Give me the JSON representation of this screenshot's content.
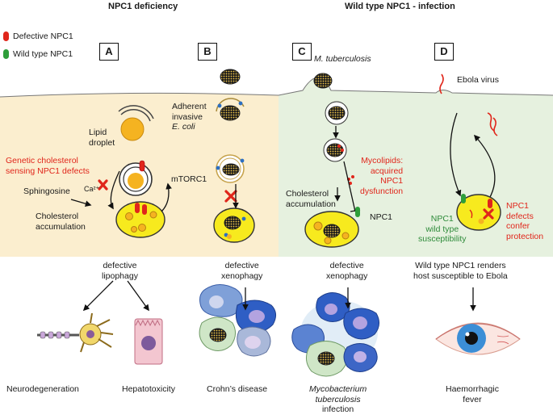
{
  "headers": {
    "left": "NPC1 deficiency",
    "right": "Wild type NPC1 - infection"
  },
  "legend": {
    "defective": "Defective NPC1",
    "wildtype": "Wild type NPC1"
  },
  "panels": {
    "a": "A",
    "b": "B",
    "c": "C",
    "d": "D"
  },
  "panel_a": {
    "lipid_droplet": [
      "Lipid",
      "droplet"
    ],
    "genetic": [
      "Genetic cholesterol",
      "sensing NPC1 defects"
    ],
    "sphingosine": "Sphingosine",
    "calcium": "Ca²⁺",
    "mtorc1": "mTORC1",
    "cholesterol": [
      "Cholesterol",
      "accumulation"
    ],
    "process": [
      "defective",
      "lipophagy"
    ],
    "outcome1": "Neurodegeneration",
    "outcome2": "Hepatotoxicity"
  },
  "panel_b": {
    "aiec": [
      "Adherent",
      "invasive",
      "E. coli"
    ],
    "process": [
      "defective",
      "xenophagy"
    ],
    "outcome": "Crohn’s disease"
  },
  "panel_c": {
    "mtb": "M. tuberculosis",
    "mycolipids": [
      "Mycolipids:",
      "acquired",
      "NPC1",
      "dysfunction"
    ],
    "cholesterol": [
      "Cholesterol",
      "accumulation"
    ],
    "npc1": "NPC1",
    "process": [
      "defective",
      "xenophagy"
    ],
    "outcome": [
      "Mycobacterium",
      "tuberculosis",
      "infection"
    ]
  },
  "panel_d": {
    "virus": "Ebola virus",
    "wt": [
      "NPC1",
      "wild type",
      "susceptibility"
    ],
    "defects": [
      "NPC1",
      "defects",
      "confer",
      "protection"
    ],
    "statement": [
      "Wild type NPC1 renders",
      "host susceptible to Ebola"
    ],
    "outcome": [
      "Haemorrhagic",
      "fever"
    ]
  },
  "colors": {
    "left_bg": "#fbeecf",
    "right_bg": "#e6f1df",
    "cell_yellow": "#f7ea1e",
    "defect_red": "#e0261b",
    "wt_green": "#2e9e3a",
    "blue_cell": "#2f5ec4"
  }
}
